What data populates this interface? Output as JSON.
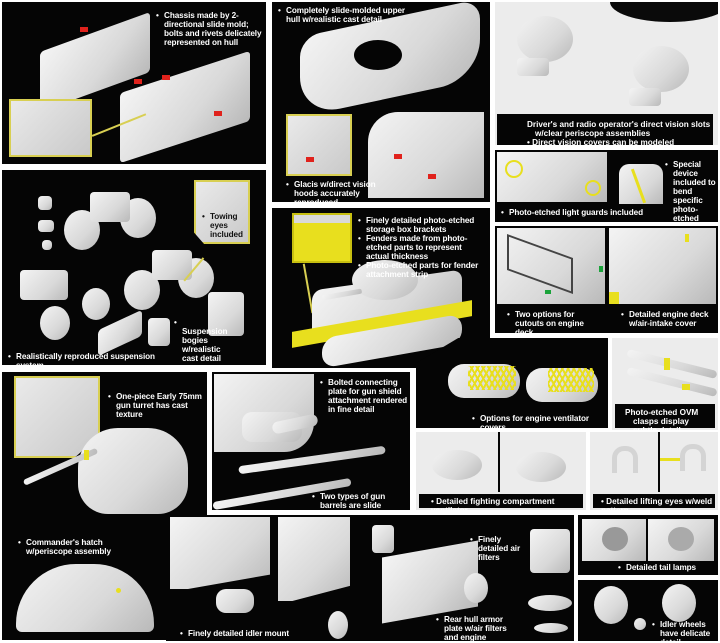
{
  "colors": {
    "background": "#ffffff",
    "panel": "#050505",
    "photo_etch_highlight": "#e8df1e",
    "callout_border": "#d8cf52",
    "arrow": "#e0221c",
    "caption_text": "#ffffff"
  },
  "panels": {
    "chassis": {
      "captions": [
        "Chassis made by 2-directional slide mold; bolts and rivets delicately represented on hull"
      ]
    },
    "upper_hull": {
      "captions": [
        "Completely slide-molded upper hull w/realistic cast detail"
      ],
      "inset_captions": [
        "Glacis w/direct vision hoods accurately reproduced"
      ]
    },
    "vision_slots": {
      "captions": [
        "Driver's and radio operator's direct vision slots w/clear periscope assemblies",
        "Direct vision covers can be modeled open/closed"
      ]
    },
    "light_guards": {
      "captions": [
        "Photo-etched light guards included"
      ],
      "side_captions": [
        "Special device included to bend specific photo-etched parts to correct angle"
      ]
    },
    "suspension": {
      "captions": [
        "Realistically reproduced suspension system"
      ],
      "inset_captions": [
        "Towing eyes included"
      ],
      "side_captions": [
        "Suspension bogies w/realistic cast detail"
      ]
    },
    "fenders": {
      "captions": [
        "Finely detailed photo-etched storage box brackets",
        "Fenders made from photo-etched parts to represent actual thickness",
        "Photo-etched parts for fender attachment strip"
      ]
    },
    "engine_deck_cutouts": {
      "captions": [
        "Two options for cutouts on engine deck"
      ]
    },
    "engine_deck_detail": {
      "captions": [
        "Detailed engine deck w/air-intake cover"
      ]
    },
    "ventilator_covers": {
      "captions": [
        "Options for engine ventilator covers"
      ]
    },
    "ovm_clasps": {
      "captions": [
        "Photo-etched OVM clasps display subtle detail"
      ]
    },
    "turret": {
      "captions": [
        "One-piece Early 75mm gun turret has cast texture"
      ],
      "side_captions": [
        "Commander's hatch w/periscope assembly"
      ]
    },
    "gun_shield": {
      "captions": [
        "Bolted connecting plate for gun shield attachment rendered in fine detail"
      ],
      "side_captions": [
        "Two types of gun barrels are slide molded w/hollow end"
      ]
    },
    "fighting_ventilator": {
      "captions": [
        "Detailed fighting compartment ventilator"
      ]
    },
    "lifting_eyes": {
      "captions": [
        "Detailed lifting eyes w/weld pattern"
      ]
    },
    "rear_hull": {
      "captions": [
        "Finely detailed idler mount"
      ],
      "side_captions": [
        "Finely detailed air filters",
        "Rear hull armor plate w/air filters and engine compartment rear doors"
      ]
    },
    "tail_lamps": {
      "captions": [
        "Detailed tail lamps"
      ]
    },
    "idler_wheels": {
      "captions": [
        "Idler wheels have delicate detail"
      ]
    }
  }
}
